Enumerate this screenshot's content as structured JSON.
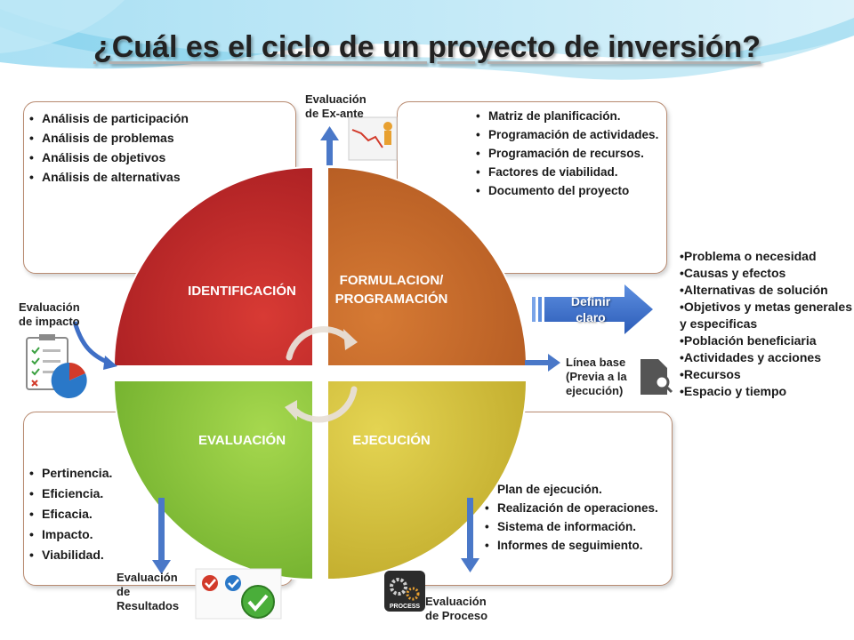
{
  "title": "¿Cuál es el ciclo de un proyecto de inversión?",
  "quadrants": {
    "identificacion": {
      "label": "IDENTIFICACIÓN",
      "items": [
        "Análisis de participación",
        "Análisis de problemas",
        "Análisis de objetivos",
        "Análisis de alternativas"
      ]
    },
    "formulacion": {
      "label_line1": "FORMULACION/",
      "label_line2": "PROGRAMACIÓN",
      "items": [
        "Matriz de planificación.",
        "Programación de actividades.",
        "Programación de recursos.",
        "Factores de viabilidad.",
        "Documento del proyecto"
      ]
    },
    "evaluacion": {
      "label": "EVALUACIÓN",
      "items": [
        "Pertinencia.",
        "Eficiencia.",
        "Eficacia.",
        "Impacto.",
        "Viabilidad."
      ]
    },
    "ejecucion": {
      "label": "EJECUCIÓN",
      "items": [
        "Plan de ejecución.",
        "Realización de operaciones.",
        "Sistema de información.",
        "Informes de seguimiento."
      ]
    }
  },
  "labels": {
    "ex_ante_1": "Evaluación",
    "ex_ante_2": "de Ex-ante",
    "impacto_1": "Evaluación",
    "impacto_2": "de impacto",
    "resultados_1": "Evaluación",
    "resultados_2": "de",
    "resultados_3": "Resultados",
    "proceso_1": "Evaluación",
    "proceso_2": "de Proceso",
    "linea_base_1": "Línea base",
    "linea_base_2": "(Previa a la",
    "linea_base_3": "ejecución)"
  },
  "definir": {
    "line1": "Definir",
    "line2": "claro"
  },
  "right_list": [
    "Problema o necesidad",
    "Causas y efectos",
    "Alternativas de solución",
    "Objetivos y metas generales y especificas",
    "Población beneficiaria",
    "Actividades y acciones",
    "Recursos",
    "Espacio y tiempo"
  ],
  "icons": {
    "process_badge": "PROCESS"
  },
  "colors": {
    "identificacion": "#c8282a",
    "formulacion": "#c76a2c",
    "evaluacion": "#8cc63c",
    "ejecucion": "#d6c23a",
    "arrow_blue": "#3f6fc6",
    "box_border": "#b88a70"
  }
}
